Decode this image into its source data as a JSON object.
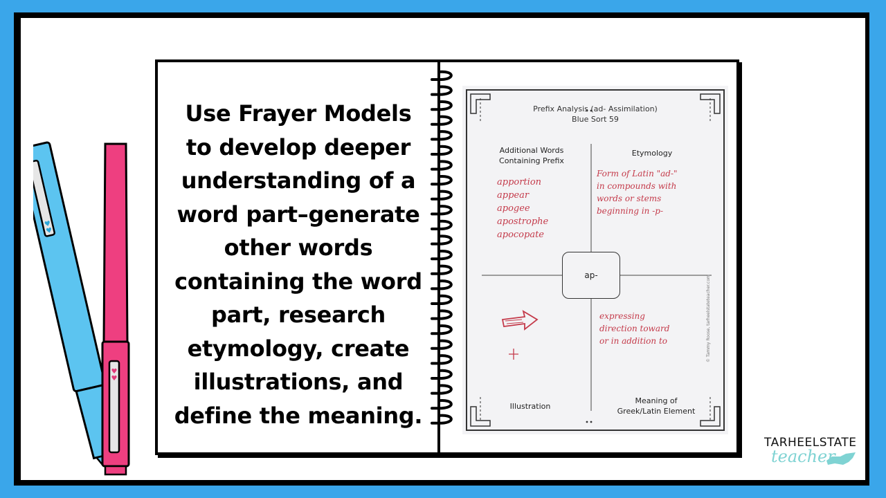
{
  "slide": {
    "main_text_lines": [
      "Use Frayer Models",
      "to develop deeper",
      "understanding of a",
      "word part–generate",
      "other words",
      "containing the word",
      "part, research",
      "etymology, create",
      "illustrations, and",
      "define the meaning."
    ]
  },
  "worksheet": {
    "title_line1": "Prefix Analysis (ad- Assimilation)",
    "title_line2": "Blue Sort 59",
    "q1_label_line1": "Additional Words",
    "q1_label_line2": "Containing Prefix",
    "q2_label": "Etymology",
    "q3_label": "Illustration",
    "q4_label_line1": "Meaning of",
    "q4_label_line2": "Greek/Latin Element",
    "center_word": "ap-",
    "q1_words": [
      "apportion",
      "appear",
      "apogee",
      "apostrophe",
      "apocopate"
    ],
    "q2_text": [
      "Form of Latin \"ad-\"",
      "in compounds with",
      "words or stems",
      "beginning in -p-"
    ],
    "q4_text": [
      "expressing",
      "direction toward",
      "or in addition to"
    ],
    "credit": "© Tammy Roose, tarheelstateteacher.com"
  },
  "logo": {
    "line1": "TARHEELSTATE",
    "line2": "teacher"
  },
  "colors": {
    "background": "#3aa6ea",
    "pen_blue": "#5cc4f0",
    "pen_pink": "#ee3f80",
    "handwriting": "#c43a4a",
    "logo_teal": "#7fd3d3"
  }
}
